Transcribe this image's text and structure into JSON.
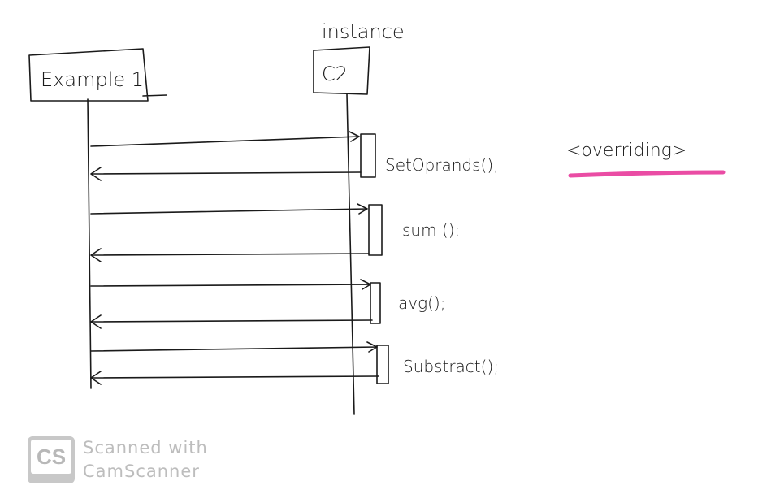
{
  "diagram": {
    "stereotype": "instance",
    "participants": [
      {
        "label": "Example 1"
      },
      {
        "label": "C2"
      }
    ],
    "messages": [
      {
        "label": "SetOprands();"
      },
      {
        "label": "sum ();"
      },
      {
        "label": "avg();"
      },
      {
        "label": "Substract();"
      }
    ],
    "note": {
      "label": "<overriding>",
      "highlight_color": "#e8399a"
    }
  },
  "watermark": {
    "logo_text": "CS",
    "line1": "Scanned with",
    "line2": "CamScanner"
  }
}
